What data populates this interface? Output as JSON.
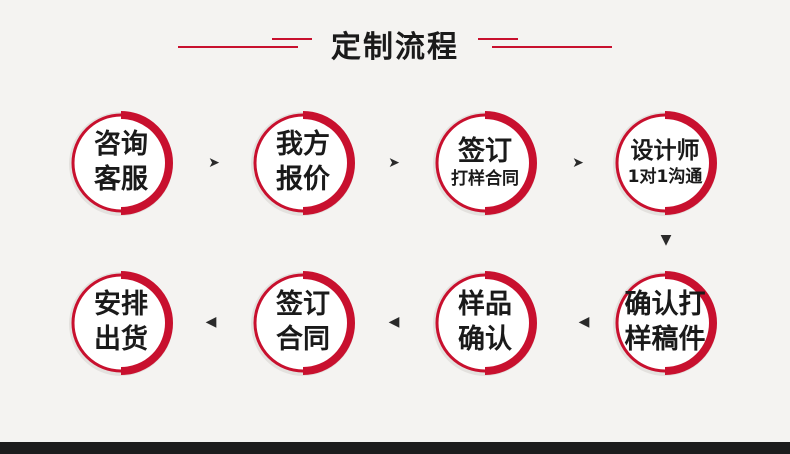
{
  "title": "定制流程",
  "accent_color": "#c8102e",
  "steps": [
    {
      "line1": "咨询",
      "line2": "客服"
    },
    {
      "line1": "我方",
      "line2": "报价"
    },
    {
      "line1": "签订",
      "line2": "打样合同"
    },
    {
      "line1": "设计师",
      "line2": "1对1沟通"
    },
    {
      "line1": "确认打",
      "line2": "样稿件"
    },
    {
      "line1": "样品",
      "line2": "确认"
    },
    {
      "line1": "签订",
      "line2": "合同"
    },
    {
      "line1": "安排",
      "line2": "出货"
    }
  ],
  "arrows": [
    {
      "icon": "arrow-right-icon",
      "glyph": "➤"
    },
    {
      "icon": "arrow-right-icon",
      "glyph": "➤"
    },
    {
      "icon": "arrow-right-icon",
      "glyph": "➤"
    },
    {
      "icon": "arrow-down-icon",
      "glyph": "▼"
    },
    {
      "icon": "arrow-left-icon",
      "glyph": "◀"
    },
    {
      "icon": "arrow-left-icon",
      "glyph": "◀"
    },
    {
      "icon": "arrow-left-icon",
      "glyph": "◀"
    }
  ]
}
